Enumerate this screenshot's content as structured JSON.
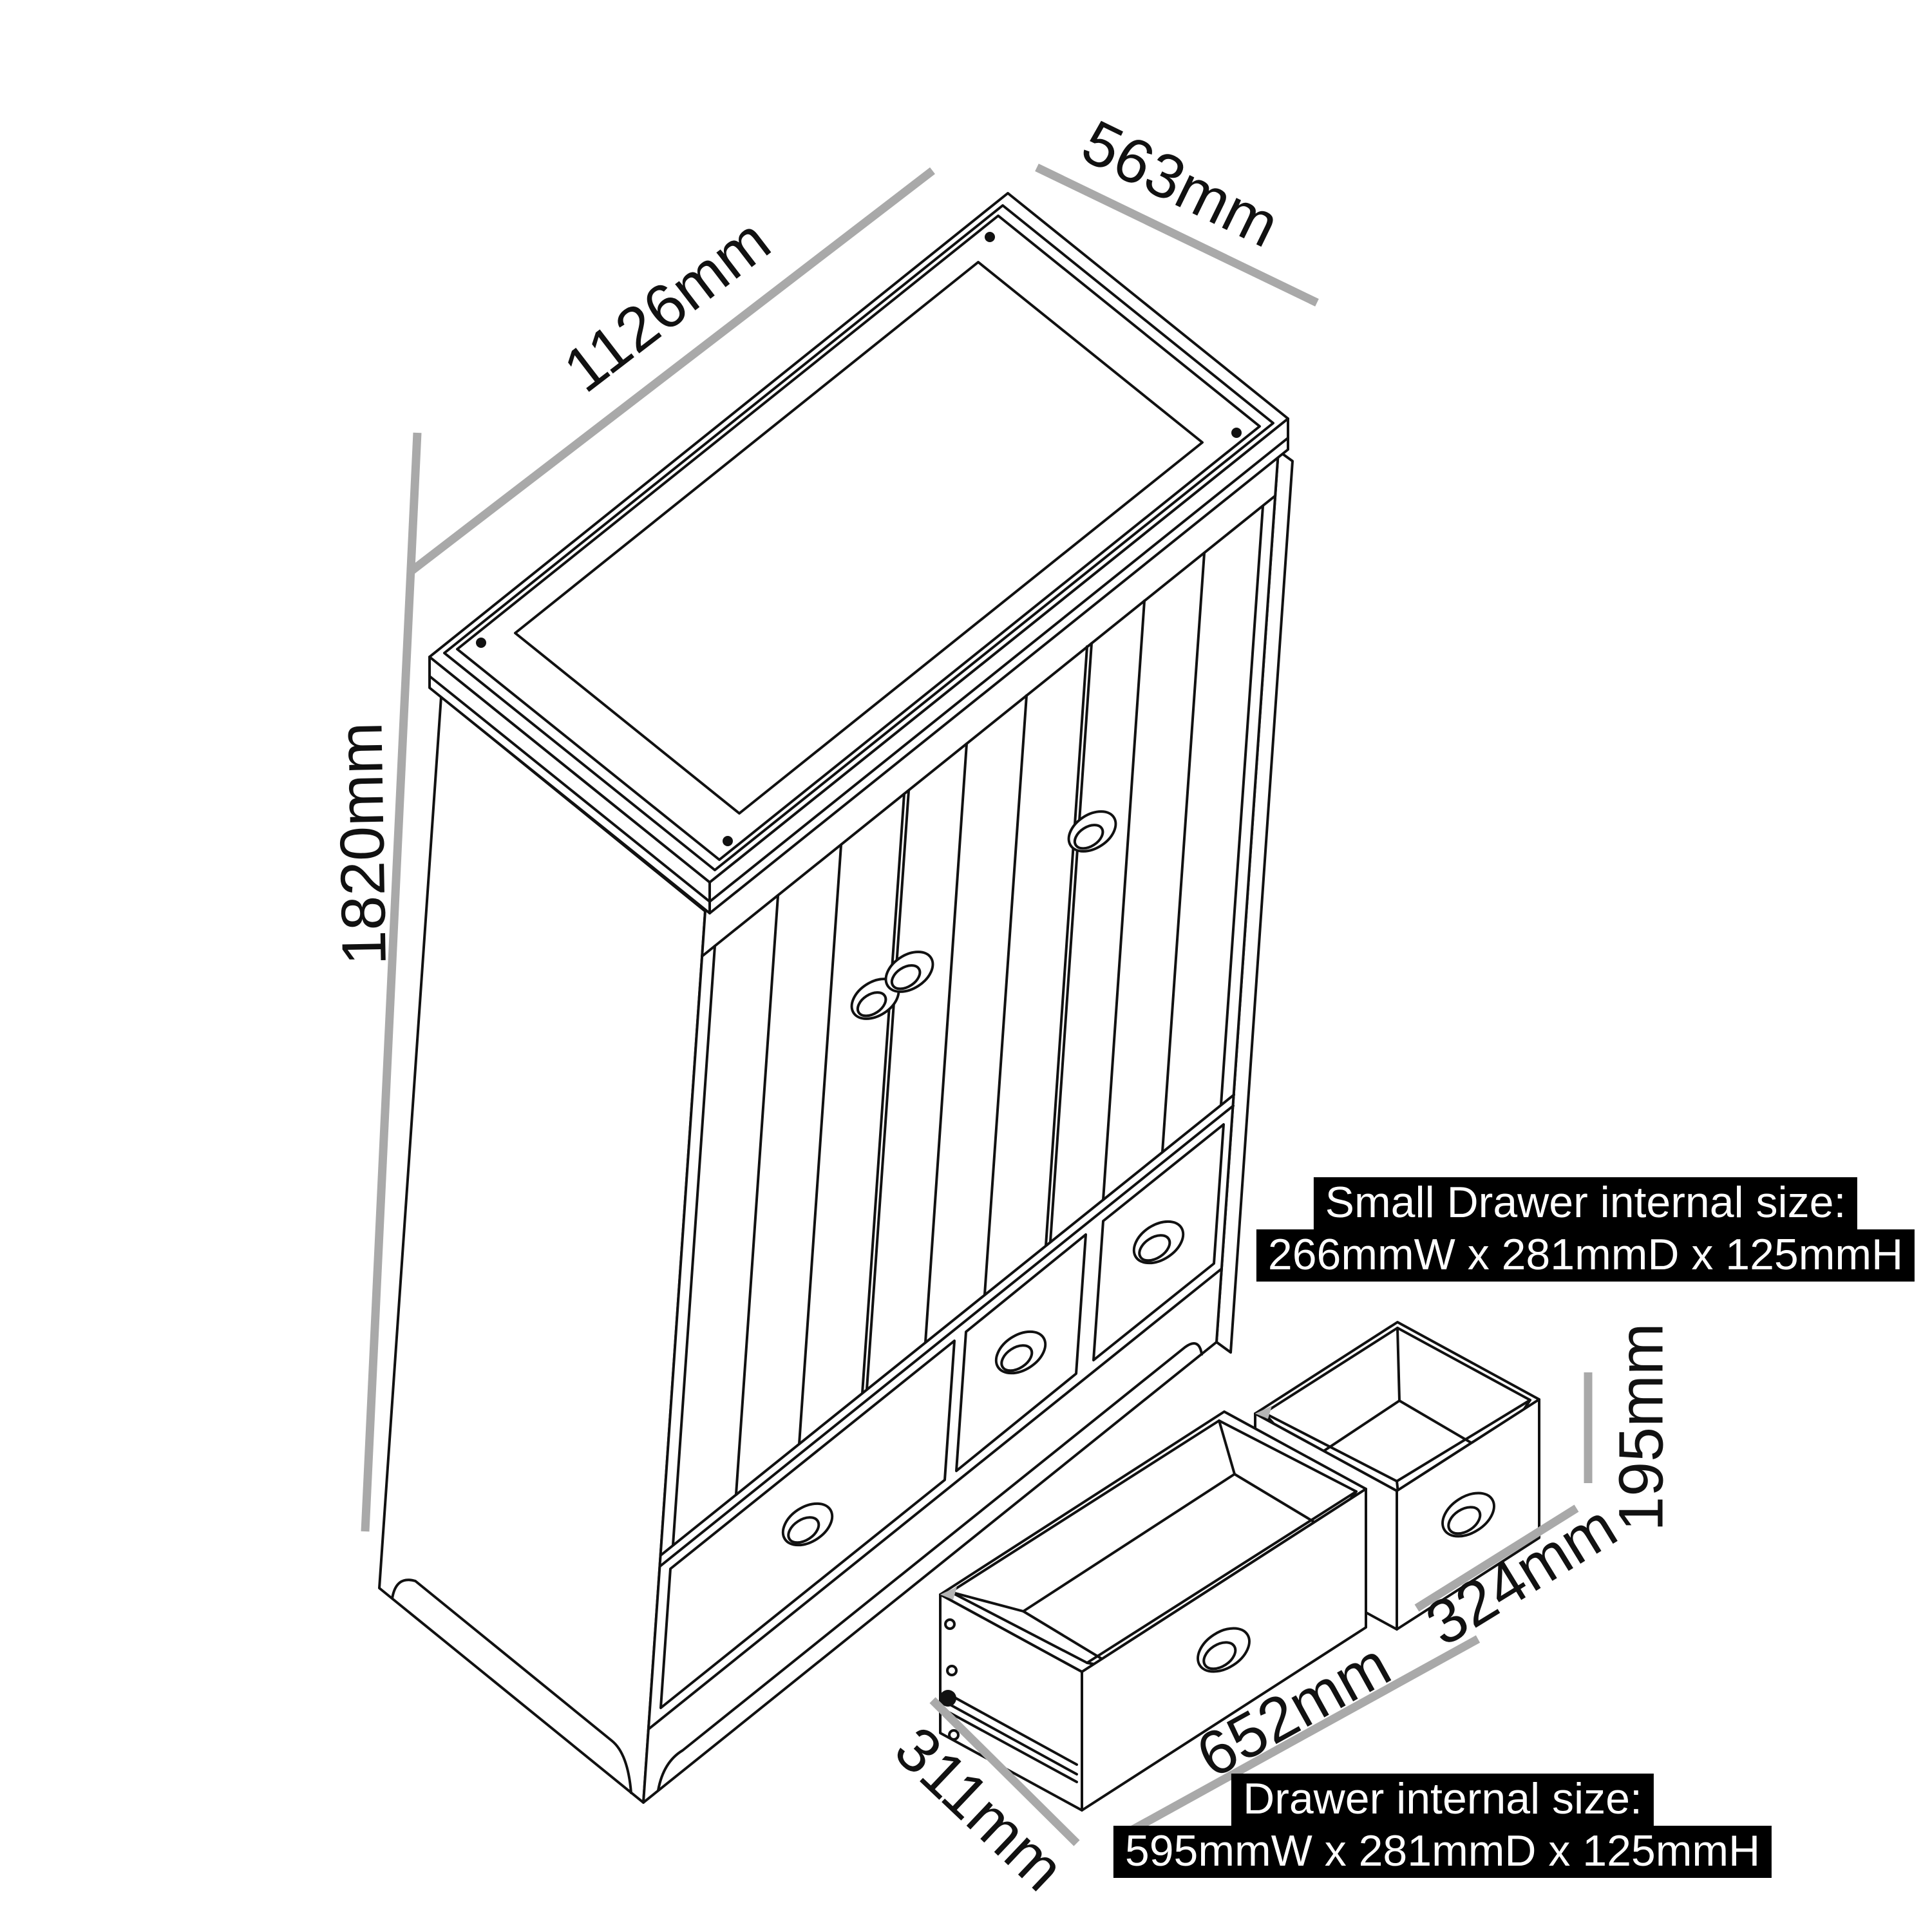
{
  "diagram": {
    "type": "furniture-dimension-drawing",
    "subject": "3 door 2 drawer wardrobe line drawing with pulled-out drawers",
    "colors": {
      "background": "#ffffff",
      "line": "#111111",
      "dimension_line": "#a9a9a9",
      "note_background": "#000000",
      "note_text": "#ffffff"
    },
    "dimensions": {
      "width": "1126mm",
      "depth": "563mm",
      "height": "1820mm",
      "drawer_front_height": "195mm",
      "small_drawer_front_width": "324mm",
      "drawer_front_width": "652mm",
      "drawer_depth": "311mm"
    },
    "notes": {
      "small_drawer": {
        "line1": "Small Drawer internal size:",
        "line2": "266mmW x 281mmD x 125mmH"
      },
      "drawer": {
        "line1": "Drawer internal size:",
        "line2": "595mmW x 281mmD x 125mmH"
      }
    }
  }
}
